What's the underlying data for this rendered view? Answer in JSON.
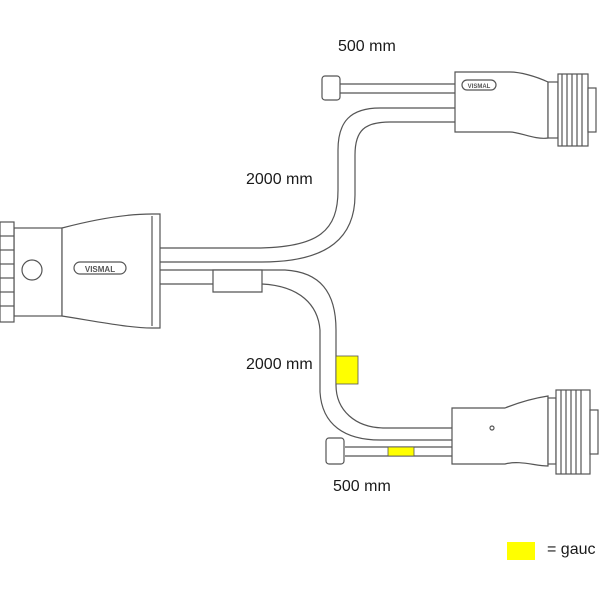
{
  "labels": {
    "top_branch_end": "500 mm",
    "top_branch": "2000 mm",
    "bottom_branch": "2000 mm",
    "bottom_branch_end": "500 mm"
  },
  "brand_marks": {
    "main_plug": "VISMAL",
    "top_connector": "VISMAL"
  },
  "legend": {
    "text": "= gauc",
    "color": "#ffff00"
  },
  "colors": {
    "line": "#555555",
    "fill": "#ffffff",
    "marker": "#ffff00"
  }
}
